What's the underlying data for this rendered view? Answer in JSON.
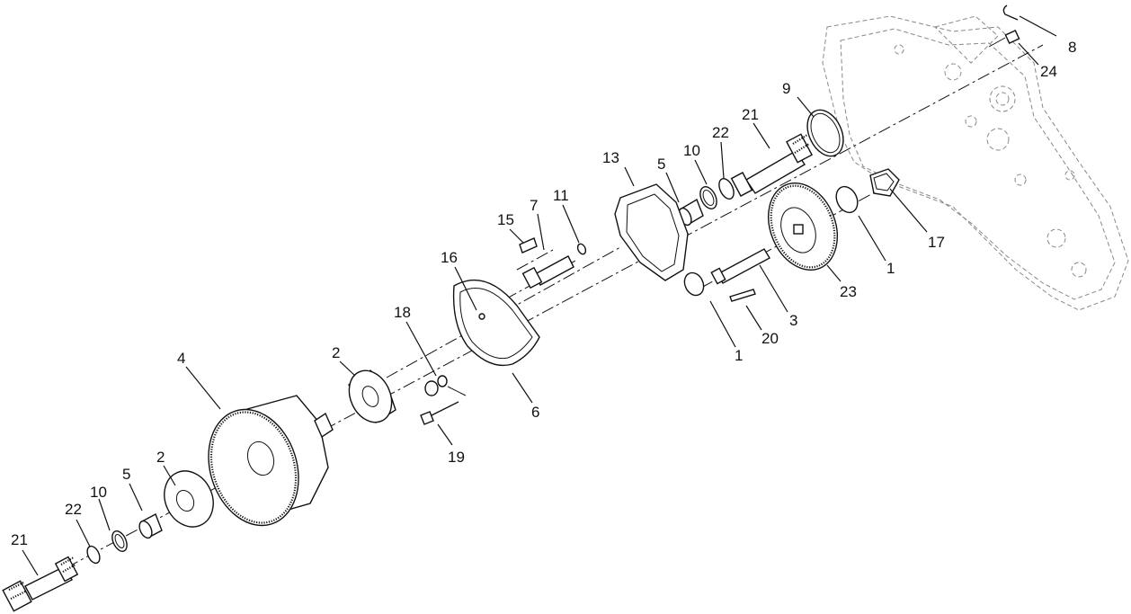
{
  "callouts": [
    {
      "id": "c8",
      "label": "8"
    },
    {
      "id": "c24",
      "label": "24"
    },
    {
      "id": "c9",
      "label": "9"
    },
    {
      "id": "c21a",
      "label": "21"
    },
    {
      "id": "c22a",
      "label": "22"
    },
    {
      "id": "c10a",
      "label": "10"
    },
    {
      "id": "c5a",
      "label": "5"
    },
    {
      "id": "c13",
      "label": "13"
    },
    {
      "id": "c11",
      "label": "11"
    },
    {
      "id": "c7",
      "label": "7"
    },
    {
      "id": "c15",
      "label": "15"
    },
    {
      "id": "c16",
      "label": "16"
    },
    {
      "id": "c17",
      "label": "17"
    },
    {
      "id": "c1a",
      "label": "1"
    },
    {
      "id": "c23",
      "label": "23"
    },
    {
      "id": "c3",
      "label": "3"
    },
    {
      "id": "c20",
      "label": "20"
    },
    {
      "id": "c1b",
      "label": "1"
    },
    {
      "id": "c18",
      "label": "18"
    },
    {
      "id": "c4",
      "label": "4"
    },
    {
      "id": "c2a",
      "label": "2"
    },
    {
      "id": "c6",
      "label": "6"
    },
    {
      "id": "c19",
      "label": "19"
    },
    {
      "id": "c2b",
      "label": "2"
    },
    {
      "id": "c5b",
      "label": "5"
    },
    {
      "id": "c10b",
      "label": "10"
    },
    {
      "id": "c22b",
      "label": "22"
    },
    {
      "id": "c21b",
      "label": "21"
    }
  ]
}
